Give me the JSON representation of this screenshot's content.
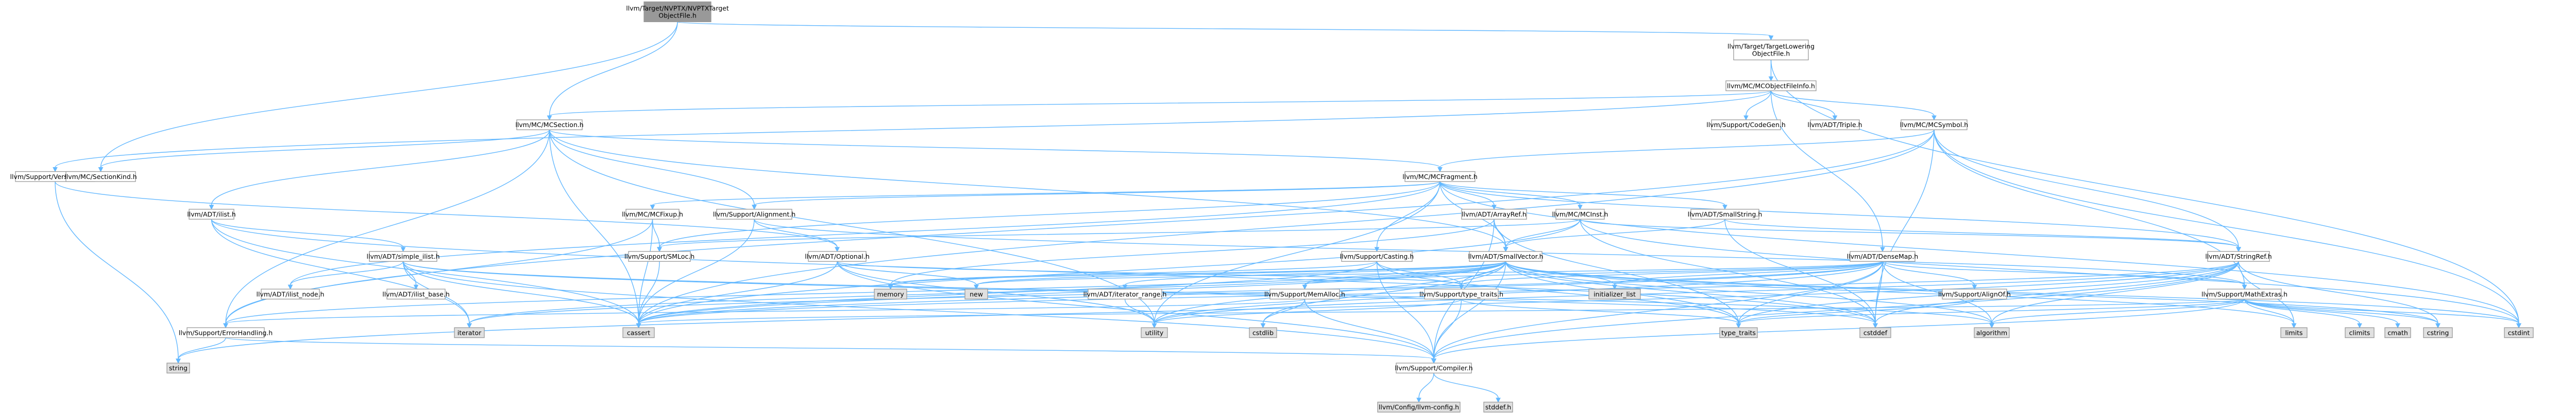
{
  "colors": {
    "node_fill": "#ffffff",
    "node_fill_external": "#e0e0e0",
    "node_fill_root": "#999999",
    "border_default": "#999999",
    "border_truncated": "#ff0000",
    "edge": "#63b8ff"
  },
  "diagram": {
    "nodes": [
      {
        "id": "root",
        "lines": [
          "llvm/Target/NVPTX/NVPTXTarget",
          "ObjectFile.h"
        ],
        "style": "root"
      },
      {
        "id": "tlof",
        "lines": [
          "llvm/Target/TargetLowering",
          "ObjectFile.h"
        ]
      },
      {
        "id": "mcobjfi",
        "lines": [
          "llvm/MC/MCObjectFileInfo.h"
        ]
      },
      {
        "id": "mcsection",
        "lines": [
          "llvm/MC/MCSection.h"
        ]
      },
      {
        "id": "codegen",
        "lines": [
          "llvm/Support/CodeGen.h"
        ]
      },
      {
        "id": "triple",
        "lines": [
          "llvm/ADT/Triple.h"
        ],
        "style": "trunc"
      },
      {
        "id": "mcsymbol",
        "lines": [
          "llvm/MC/MCSymbol.h"
        ],
        "style": "trunc"
      },
      {
        "id": "versiontuple",
        "lines": [
          "llvm/Support/VersionTuple.h"
        ],
        "style": "trunc"
      },
      {
        "id": "sectionkind",
        "lines": [
          "llvm/MC/SectionKind.h"
        ]
      },
      {
        "id": "mcfragment",
        "lines": [
          "llvm/MC/MCFragment.h"
        ]
      },
      {
        "id": "ilist",
        "lines": [
          "llvm/ADT/ilist.h"
        ]
      },
      {
        "id": "mcfixup",
        "lines": [
          "llvm/MC/MCFixup.h"
        ],
        "style": "trunc"
      },
      {
        "id": "alignment",
        "lines": [
          "llvm/Support/Alignment.h"
        ]
      },
      {
        "id": "arrayref",
        "lines": [
          "llvm/ADT/ArrayRef.h"
        ],
        "style": "trunc"
      },
      {
        "id": "mcinst",
        "lines": [
          "llvm/MC/MCInst.h"
        ]
      },
      {
        "id": "smallstring",
        "lines": [
          "llvm/ADT/SmallString.h"
        ]
      },
      {
        "id": "simpleilist",
        "lines": [
          "llvm/ADT/simple_ilist.h"
        ],
        "style": "trunc"
      },
      {
        "id": "smloc",
        "lines": [
          "llvm/Support/SMLoc.h"
        ],
        "style": "trunc"
      },
      {
        "id": "optional",
        "lines": [
          "llvm/ADT/Optional.h"
        ],
        "style": "trunc"
      },
      {
        "id": "casting",
        "lines": [
          "llvm/Support/Casting.h"
        ]
      },
      {
        "id": "smallvector",
        "lines": [
          "llvm/ADT/SmallVector.h"
        ]
      },
      {
        "id": "densemap",
        "lines": [
          "llvm/ADT/DenseMap.h"
        ],
        "style": "trunc"
      },
      {
        "id": "stringref",
        "lines": [
          "llvm/ADT/StringRef.h"
        ],
        "style": "trunc"
      },
      {
        "id": "ilistnode",
        "lines": [
          "llvm/ADT/ilist_node.h"
        ],
        "style": "trunc"
      },
      {
        "id": "ilistbase",
        "lines": [
          "llvm/ADT/ilist_base.h"
        ],
        "style": "trunc"
      },
      {
        "id": "memory",
        "lines": [
          "memory"
        ],
        "style": "ext"
      },
      {
        "id": "new",
        "lines": [
          "new"
        ],
        "style": "ext"
      },
      {
        "id": "iterrange",
        "lines": [
          "llvm/ADT/iterator_range.h"
        ]
      },
      {
        "id": "memalloc",
        "lines": [
          "llvm/Support/MemAlloc.h"
        ]
      },
      {
        "id": "typetraits",
        "lines": [
          "llvm/Support/type_traits.h"
        ]
      },
      {
        "id": "initlist",
        "lines": [
          "initializer_list"
        ],
        "style": "ext"
      },
      {
        "id": "alignof",
        "lines": [
          "llvm/Support/AlignOf.h"
        ]
      },
      {
        "id": "mathextras",
        "lines": [
          "llvm/Support/MathExtras.h"
        ]
      },
      {
        "id": "errorhandling",
        "lines": [
          "llvm/Support/ErrorHandling.h"
        ]
      },
      {
        "id": "iterator",
        "lines": [
          "iterator"
        ],
        "style": "ext"
      },
      {
        "id": "cassert",
        "lines": [
          "cassert"
        ],
        "style": "ext"
      },
      {
        "id": "utility",
        "lines": [
          "utility"
        ],
        "style": "ext"
      },
      {
        "id": "cstdlib",
        "lines": [
          "cstdlib"
        ],
        "style": "ext"
      },
      {
        "id": "typetraits_std",
        "lines": [
          "type_traits"
        ],
        "style": "ext"
      },
      {
        "id": "cstddef",
        "lines": [
          "cstddef"
        ],
        "style": "ext"
      },
      {
        "id": "algorithm",
        "lines": [
          "algorithm"
        ],
        "style": "ext"
      },
      {
        "id": "limits",
        "lines": [
          "limits"
        ],
        "style": "ext"
      },
      {
        "id": "climits",
        "lines": [
          "climits"
        ],
        "style": "ext"
      },
      {
        "id": "cmath",
        "lines": [
          "cmath"
        ],
        "style": "ext"
      },
      {
        "id": "cstring",
        "lines": [
          "cstring"
        ],
        "style": "ext"
      },
      {
        "id": "cstdint",
        "lines": [
          "cstdint"
        ],
        "style": "ext"
      },
      {
        "id": "string",
        "lines": [
          "string"
        ],
        "style": "ext"
      },
      {
        "id": "compiler",
        "lines": [
          "llvm/Support/Compiler.h"
        ]
      },
      {
        "id": "llvmconfig",
        "lines": [
          "llvm/Config/llvm-config.h"
        ],
        "style": "ext"
      },
      {
        "id": "stddef",
        "lines": [
          "stddef.h"
        ],
        "style": "ext"
      }
    ],
    "edges": [
      [
        "root",
        "tlof"
      ],
      [
        "root",
        "mcsection"
      ],
      [
        "root",
        "sectionkind"
      ],
      [
        "tlof",
        "mcobjfi"
      ],
      [
        "tlof",
        "cstdint"
      ],
      [
        "mcobjfi",
        "mcsection"
      ],
      [
        "mcobjfi",
        "codegen"
      ],
      [
        "mcobjfi",
        "triple"
      ],
      [
        "mcobjfi",
        "mcsymbol"
      ],
      [
        "mcobjfi",
        "versiontuple"
      ],
      [
        "mcobjfi",
        "densemap"
      ],
      [
        "mcsection",
        "sectionkind"
      ],
      [
        "mcsection",
        "mcfragment"
      ],
      [
        "mcsection",
        "ilist"
      ],
      [
        "mcsection",
        "alignment"
      ],
      [
        "mcsection",
        "cassert"
      ],
      [
        "mcsection",
        "utility"
      ],
      [
        "mcsection",
        "errorhandling"
      ],
      [
        "mcsection",
        "smallvector"
      ],
      [
        "mcsymbol",
        "mcfragment"
      ],
      [
        "mcsymbol",
        "stringref"
      ],
      [
        "mcsymbol",
        "mathextras"
      ],
      [
        "mcsymbol",
        "cassert"
      ],
      [
        "mcsymbol",
        "cstddef"
      ],
      [
        "mcsymbol",
        "cstdint"
      ],
      [
        "mcsymbol",
        "errorhandling"
      ],
      [
        "versiontuple",
        "optional"
      ],
      [
        "versiontuple",
        "string"
      ],
      [
        "mcfragment",
        "mcfixup"
      ],
      [
        "mcfragment",
        "alignment"
      ],
      [
        "mcfragment",
        "arrayref"
      ],
      [
        "mcfragment",
        "mcinst"
      ],
      [
        "mcfragment",
        "smallstring"
      ],
      [
        "mcfragment",
        "smallvector"
      ],
      [
        "mcfragment",
        "smloc"
      ],
      [
        "mcfragment",
        "casting"
      ],
      [
        "mcfragment",
        "ilistnode"
      ],
      [
        "mcfragment",
        "cstdint"
      ],
      [
        "mcfragment",
        "utility"
      ],
      [
        "mcfragment",
        "stringref"
      ],
      [
        "ilist",
        "simpleilist"
      ],
      [
        "ilist",
        "cassert"
      ],
      [
        "ilist",
        "cstddef"
      ],
      [
        "ilist",
        "iterator"
      ],
      [
        "mcfixup",
        "smloc"
      ],
      [
        "mcfixup",
        "errorhandling"
      ],
      [
        "mcfixup",
        "cassert"
      ],
      [
        "alignment",
        "mathextras"
      ],
      [
        "alignment",
        "cassert"
      ],
      [
        "alignment",
        "optional"
      ],
      [
        "arrayref",
        "smallvector"
      ],
      [
        "arrayref",
        "compiler"
      ],
      [
        "arrayref",
        "memory"
      ],
      [
        "arrayref",
        "typetraits_std"
      ],
      [
        "mcinst",
        "smloc"
      ],
      [
        "mcinst",
        "smallvector"
      ],
      [
        "mcinst",
        "stringref"
      ],
      [
        "mcinst",
        "cassert"
      ],
      [
        "mcinst",
        "cstddef"
      ],
      [
        "mcinst",
        "cstdint"
      ],
      [
        "smallstring",
        "smallvector"
      ],
      [
        "smallstring",
        "stringref"
      ],
      [
        "smallstring",
        "cstddef"
      ],
      [
        "simpleilist",
        "ilistbase"
      ],
      [
        "simpleilist",
        "ilistnode"
      ],
      [
        "simpleilist",
        "iterator"
      ],
      [
        "simpleilist",
        "compiler"
      ],
      [
        "simpleilist",
        "cassert"
      ],
      [
        "simpleilist",
        "cstddef"
      ],
      [
        "simpleilist",
        "algorithm"
      ],
      [
        "smloc",
        "cassert"
      ],
      [
        "optional",
        "compiler"
      ],
      [
        "optional",
        "typetraits"
      ],
      [
        "optional",
        "cassert"
      ],
      [
        "optional",
        "new"
      ],
      [
        "optional",
        "utility"
      ],
      [
        "casting",
        "compiler"
      ],
      [
        "casting",
        "typetraits"
      ],
      [
        "casting",
        "cassert"
      ],
      [
        "casting",
        "memory"
      ],
      [
        "casting",
        "typetraits_std"
      ],
      [
        "smallvector",
        "compiler"
      ],
      [
        "smallvector",
        "typetraits"
      ],
      [
        "smallvector",
        "cassert"
      ],
      [
        "smallvector",
        "algorithm"
      ],
      [
        "smallvector",
        "cstddef"
      ],
      [
        "smallvector",
        "cstdint"
      ],
      [
        "smallvector",
        "cstdlib"
      ],
      [
        "smallvector",
        "cstring"
      ],
      [
        "smallvector",
        "functional"
      ],
      [
        "smallvector",
        "initlist"
      ],
      [
        "smallvector",
        "iterator"
      ],
      [
        "smallvector",
        "limits"
      ],
      [
        "smallvector",
        "memory"
      ],
      [
        "smallvector",
        "new"
      ],
      [
        "smallvector",
        "typetraits_std"
      ],
      [
        "smallvector",
        "utility"
      ],
      [
        "smallvector",
        "memalloc"
      ],
      [
        "smallvector",
        "iterrange"
      ],
      [
        "smallvector",
        "errorhandling"
      ],
      [
        "densemap",
        "alignof"
      ],
      [
        "densemap",
        "compiler"
      ],
      [
        "densemap",
        "mathextras"
      ],
      [
        "densemap",
        "memalloc"
      ],
      [
        "densemap",
        "typetraits"
      ],
      [
        "densemap",
        "algorithm"
      ],
      [
        "densemap",
        "cassert"
      ],
      [
        "densemap",
        "cstddef"
      ],
      [
        "densemap",
        "initlist"
      ],
      [
        "densemap",
        "iterator"
      ],
      [
        "densemap",
        "new"
      ],
      [
        "densemap",
        "typetraits_std"
      ],
      [
        "densemap",
        "utility"
      ],
      [
        "stringref",
        "compiler"
      ],
      [
        "stringref",
        "algorithm"
      ],
      [
        "stringref",
        "cassert"
      ],
      [
        "stringref",
        "cstddef"
      ],
      [
        "stringref",
        "cstring"
      ],
      [
        "stringref",
        "limits"
      ],
      [
        "stringref",
        "string"
      ],
      [
        "stringref",
        "typetraits_std"
      ],
      [
        "stringref",
        "utility"
      ],
      [
        "iterrange",
        "utility"
      ],
      [
        "memalloc",
        "compiler"
      ],
      [
        "memalloc",
        "errorhandling"
      ],
      [
        "memalloc",
        "cstdlib"
      ],
      [
        "typetraits",
        "compiler"
      ],
      [
        "typetraits",
        "typetraits_std"
      ],
      [
        "typetraits",
        "utility"
      ],
      [
        "alignof",
        "typetraits_std"
      ],
      [
        "mathextras",
        "compiler"
      ],
      [
        "mathextras",
        "cassert"
      ],
      [
        "mathextras",
        "climits"
      ],
      [
        "mathextras",
        "cmath"
      ],
      [
        "mathextras",
        "cstdint"
      ],
      [
        "mathextras",
        "cstring"
      ],
      [
        "mathextras",
        "limits"
      ],
      [
        "mathextras",
        "typetraits_std"
      ],
      [
        "mathextras",
        "algorithm"
      ],
      [
        "errorhandling",
        "compiler"
      ],
      [
        "errorhandling",
        "string"
      ],
      [
        "compiler",
        "llvmconfig"
      ],
      [
        "compiler",
        "stddef"
      ]
    ]
  }
}
